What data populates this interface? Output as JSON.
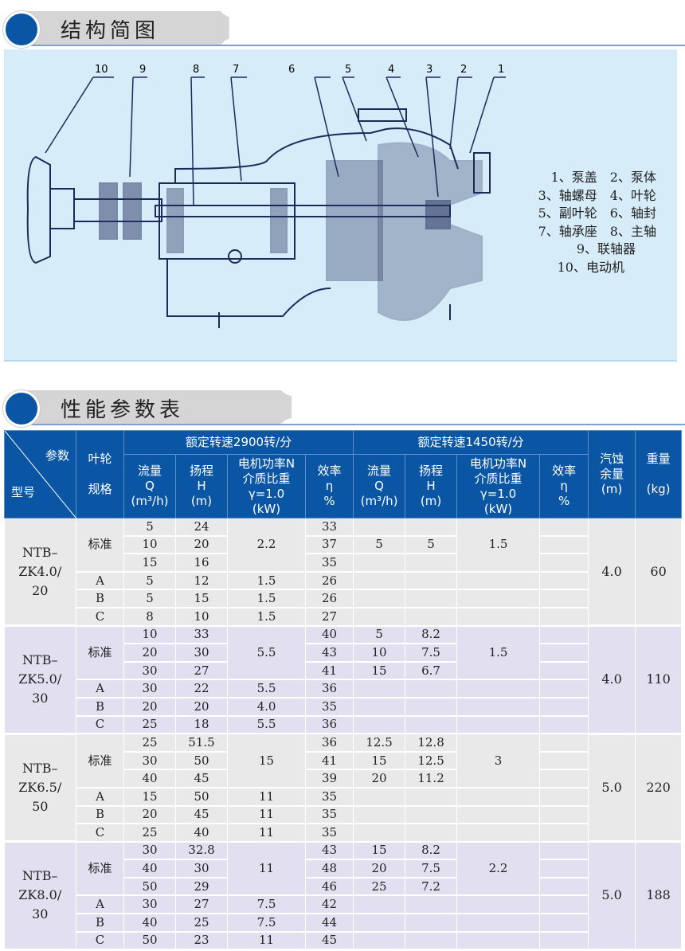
{
  "section1": {
    "title": "结构简图"
  },
  "section2": {
    "title": "性能参数表"
  },
  "diagram": {
    "callouts": [
      "10",
      "9",
      "8",
      "7",
      "6",
      "5",
      "4",
      "3",
      "2",
      "1"
    ],
    "legend": [
      "1、泵盖　2、泵体",
      "3、轴螺母　4、叶轮",
      "5、副叶轮　6、轴封",
      "7、轴承座　8、主轴",
      "9、联轴器",
      "10、电动机"
    ]
  },
  "table": {
    "header": {
      "param": "参数",
      "model": "型号",
      "impeller": "叶轮",
      "impeller2": "规格",
      "speed2900": "额定转速2900转/分",
      "speed1450": "额定转速1450转/分",
      "flow": "流量",
      "flow_sym": "Q",
      "flow_unit": "(m³/h)",
      "head": "扬程",
      "head_sym": "H",
      "head_unit": "(m)",
      "power1": "电机功率N",
      "power2": "介质比重",
      "power3": "γ=1.0",
      "power_unit": "(kW)",
      "eff": "效率",
      "eff_sym": "η",
      "eff_unit": "%",
      "npsh1": "汽蚀",
      "npsh2": "余量",
      "npsh_unit": "(m)",
      "weight": "重量",
      "weight_unit": "(kg)"
    },
    "groups": [
      {
        "model": [
          "NTB–",
          "ZK4.0/",
          "20"
        ],
        "npsh": "4.0",
        "weight": "60",
        "impellers": [
          "标准",
          "A",
          "B",
          "C"
        ],
        "q": [
          "5",
          "10",
          "15",
          "5",
          "5",
          "8"
        ],
        "h": [
          "24",
          "20",
          "16",
          "12",
          "15",
          "10"
        ],
        "n": [
          "2.2",
          "1.5",
          "1.5",
          "1.5"
        ],
        "eff": [
          "33",
          "37",
          "35",
          "26",
          "26",
          "27"
        ],
        "q1450": [
          "",
          "5",
          ""
        ],
        "h1450": [
          "",
          "5",
          ""
        ],
        "n1450": "1.5"
      },
      {
        "model": [
          "NTB–",
          "ZK5.0/",
          "30"
        ],
        "npsh": "4.0",
        "weight": "110",
        "impellers": [
          "标准",
          "A",
          "B",
          "C"
        ],
        "q": [
          "10",
          "20",
          "30",
          "30",
          "20",
          "25"
        ],
        "h": [
          "33",
          "30",
          "27",
          "22",
          "20",
          "18"
        ],
        "n": [
          "5.5",
          "5.5",
          "4.0",
          "5.5"
        ],
        "eff": [
          "40",
          "43",
          "41",
          "36",
          "35",
          "36"
        ],
        "q1450": [
          "5",
          "10",
          "15"
        ],
        "h1450": [
          "8.2",
          "7.5",
          "6.7"
        ],
        "n1450": "1.5"
      },
      {
        "model": [
          "NTB–",
          "ZK6.5/",
          "50"
        ],
        "npsh": "5.0",
        "weight": "220",
        "impellers": [
          "标准",
          "A",
          "B",
          "C"
        ],
        "q": [
          "25",
          "30",
          "40",
          "15",
          "20",
          "25"
        ],
        "h": [
          "51.5",
          "50",
          "45",
          "50",
          "45",
          "40"
        ],
        "n": [
          "15",
          "11",
          "11",
          "11"
        ],
        "eff": [
          "36",
          "41",
          "39",
          "35",
          "35",
          "35"
        ],
        "q1450": [
          "12.5",
          "15",
          "20"
        ],
        "h1450": [
          "12.8",
          "12.5",
          "11.2"
        ],
        "n1450": "3"
      },
      {
        "model": [
          "NTB–",
          "ZK8.0/",
          "30"
        ],
        "npsh": "5.0",
        "weight": "188",
        "impellers": [
          "标准",
          "A",
          "B",
          "C"
        ],
        "q": [
          "30",
          "40",
          "50",
          "30",
          "40",
          "50"
        ],
        "h": [
          "32.8",
          "30",
          "29",
          "27",
          "25",
          "23"
        ],
        "n": [
          "11",
          "7.5",
          "7.5",
          "11"
        ],
        "eff": [
          "43",
          "48",
          "46",
          "42",
          "44",
          "45"
        ],
        "q1450": [
          "15",
          "20",
          "25"
        ],
        "h1450": [
          "8.2",
          "7.5",
          "7.2"
        ],
        "n1450": "2.2"
      }
    ]
  }
}
